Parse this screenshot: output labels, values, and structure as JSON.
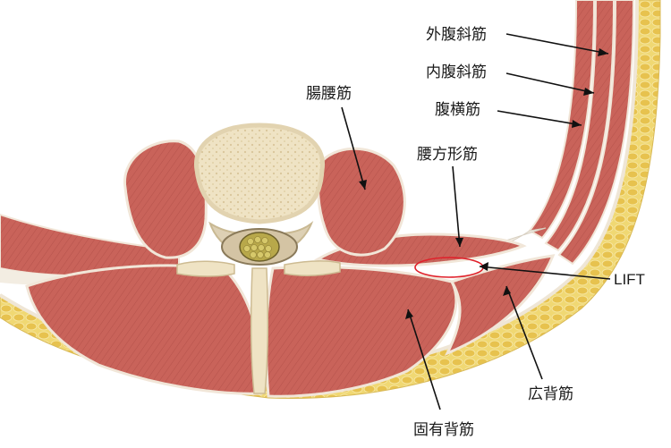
{
  "labels": {
    "external_oblique": "外腹斜筋",
    "internal_oblique": "内腹斜筋",
    "transversus_abdominis": "腹横筋",
    "psoas": "腸腰筋",
    "quadratus_lumborum": "腰方形筋",
    "lift": "LIFT",
    "latissimus_dorsi": "広背筋",
    "erector_spinae": "固有背筋"
  },
  "colors": {
    "muscle": "#c9635a",
    "fat": "#ecd06a",
    "bone": "#efe3c4",
    "highlight_ellipse": "#e0202a"
  }
}
